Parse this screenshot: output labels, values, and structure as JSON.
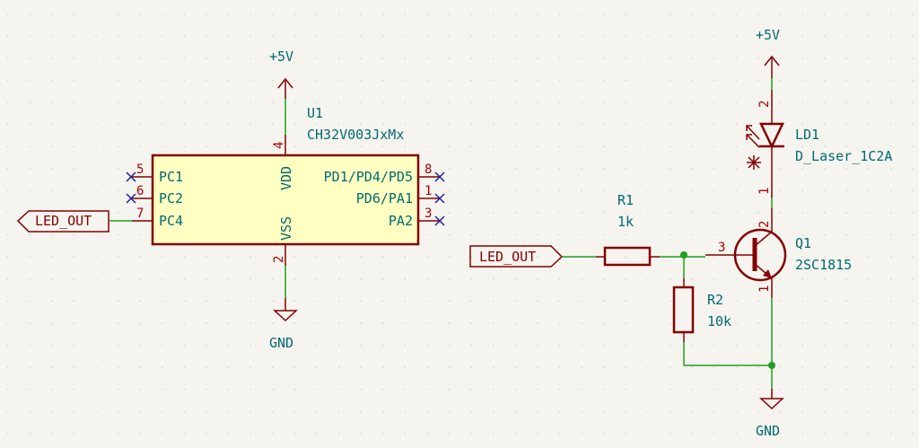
{
  "schematic": {
    "u1": {
      "ref": "U1",
      "value": "CH32V003JxMx",
      "power_label": "+5V",
      "gnd_label": "GND",
      "left_pins": [
        {
          "num": "5",
          "name": "PC1",
          "nc": true
        },
        {
          "num": "6",
          "name": "PC2",
          "nc": true
        },
        {
          "num": "7",
          "name": "PC4",
          "nc": false
        }
      ],
      "right_pins": [
        {
          "num": "8",
          "name": "PD1/PD4/PD5",
          "nc": true
        },
        {
          "num": "1",
          "name": "PD6/PA1",
          "nc": true
        },
        {
          "num": "3",
          "name": "PA2",
          "nc": true
        }
      ],
      "top_pin": {
        "num": "4",
        "name": "VDD"
      },
      "bottom_pin": {
        "num": "2",
        "name": "VSS"
      }
    },
    "labels": {
      "left_label": "LED_OUT",
      "right_label": "LED_OUT"
    },
    "r1": {
      "ref": "R1",
      "value": "1k"
    },
    "r2": {
      "ref": "R2",
      "value": "10k"
    },
    "q1": {
      "ref": "Q1",
      "value": "2SC1815",
      "base_pin": "3",
      "collector_pin": "2",
      "emitter_pin": "1"
    },
    "ld1": {
      "ref": "LD1",
      "value": "D_Laser_1C2A",
      "anode_pin": "2",
      "cathode_pin": "1"
    },
    "right_power_label": "+5V",
    "right_gnd_label": "GND"
  }
}
